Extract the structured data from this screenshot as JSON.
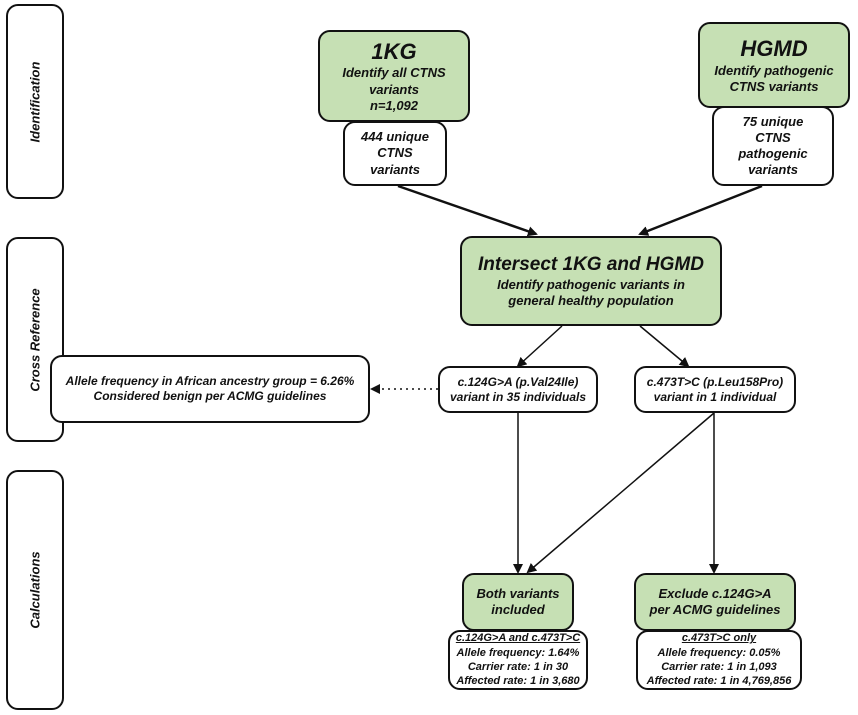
{
  "sections": {
    "identification": "Identification",
    "cross_reference": "Cross Reference",
    "calculations": "Calculations"
  },
  "onekg": {
    "title": "1KG",
    "line1": "Identify all CTNS",
    "line2": "variants",
    "line3": "n=1,092",
    "sub1": "444 unique",
    "sub2": "CTNS",
    "sub3": "variants"
  },
  "hgmd": {
    "title": "HGMD",
    "line1": "Identify pathogenic",
    "line2": "CTNS variants",
    "sub1": "75 unique",
    "sub2": "CTNS",
    "sub3": "pathogenic",
    "sub4": "variants"
  },
  "intersect": {
    "title": "Intersect 1KG and HGMD",
    "line1": "Identify pathogenic variants in",
    "line2": "general healthy population"
  },
  "allele_note": {
    "line1": "Allele frequency in African ancestry group = 6.26%",
    "line2": "Considered benign per ACMG guidelines"
  },
  "variant_a": {
    "line1": "c.124G>A (p.Val24Ile)",
    "line2": "variant in 35 individuals"
  },
  "variant_b": {
    "line1": "c.473T>C (p.Leu158Pro)",
    "line2": "variant in 1 individual"
  },
  "both": {
    "title1": "Both variants",
    "title2": "included",
    "heading": "c.124G>A and c.473T>C",
    "allele": "Allele frequency: 1.64%",
    "carrier": "Carrier rate: 1 in 30",
    "affected": "Affected rate: 1 in 3,680"
  },
  "exclude": {
    "title1": "Exclude c.124G>A",
    "title2": "per ACMG guidelines",
    "heading": "c.473T>C only",
    "allele": "Allele frequency: 0.05%",
    "carrier": "Carrier rate: 1 in 1,093",
    "affected": "Affected rate: 1 in 4,769,856"
  }
}
